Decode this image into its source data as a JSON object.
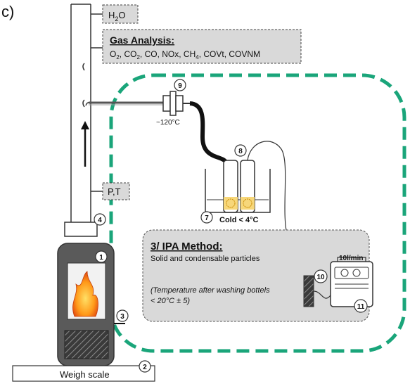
{
  "panel_letter": "c)",
  "labels": {
    "h2o": "H",
    "h2o_sub": "2",
    "h2o_end": "O",
    "gas_title": "Gas Analysis:",
    "gas_list_1": "O",
    "gas_list_1s": "2",
    "gas_list_2": ", CO",
    "gas_list_2s": "2",
    "gas_list_3": ", CO, NOx, CH",
    "gas_list_3s": "4",
    "gas_list_4": ", COVt, COVNM",
    "pt": "P,T",
    "temp_120": "~120°C",
    "cold": "Cold < 4°C",
    "method_title": "3/ IPA Method:",
    "method_sub": "Solid and condensable particles",
    "method_note_1": "(Temperature  after washing bottels",
    "method_note_2": "< 20°C ± 5)",
    "flow": "10l/min",
    "weigh_scale": "Weigh scale"
  },
  "markers": [
    "1",
    "2",
    "3",
    "4",
    "7",
    "8",
    "9",
    "10",
    "11"
  ],
  "colors": {
    "dashed_border": "#1aa57a",
    "box_fill": "#d9d9d9",
    "stove_fill": "#5a5a5a",
    "hose": "#111111"
  }
}
